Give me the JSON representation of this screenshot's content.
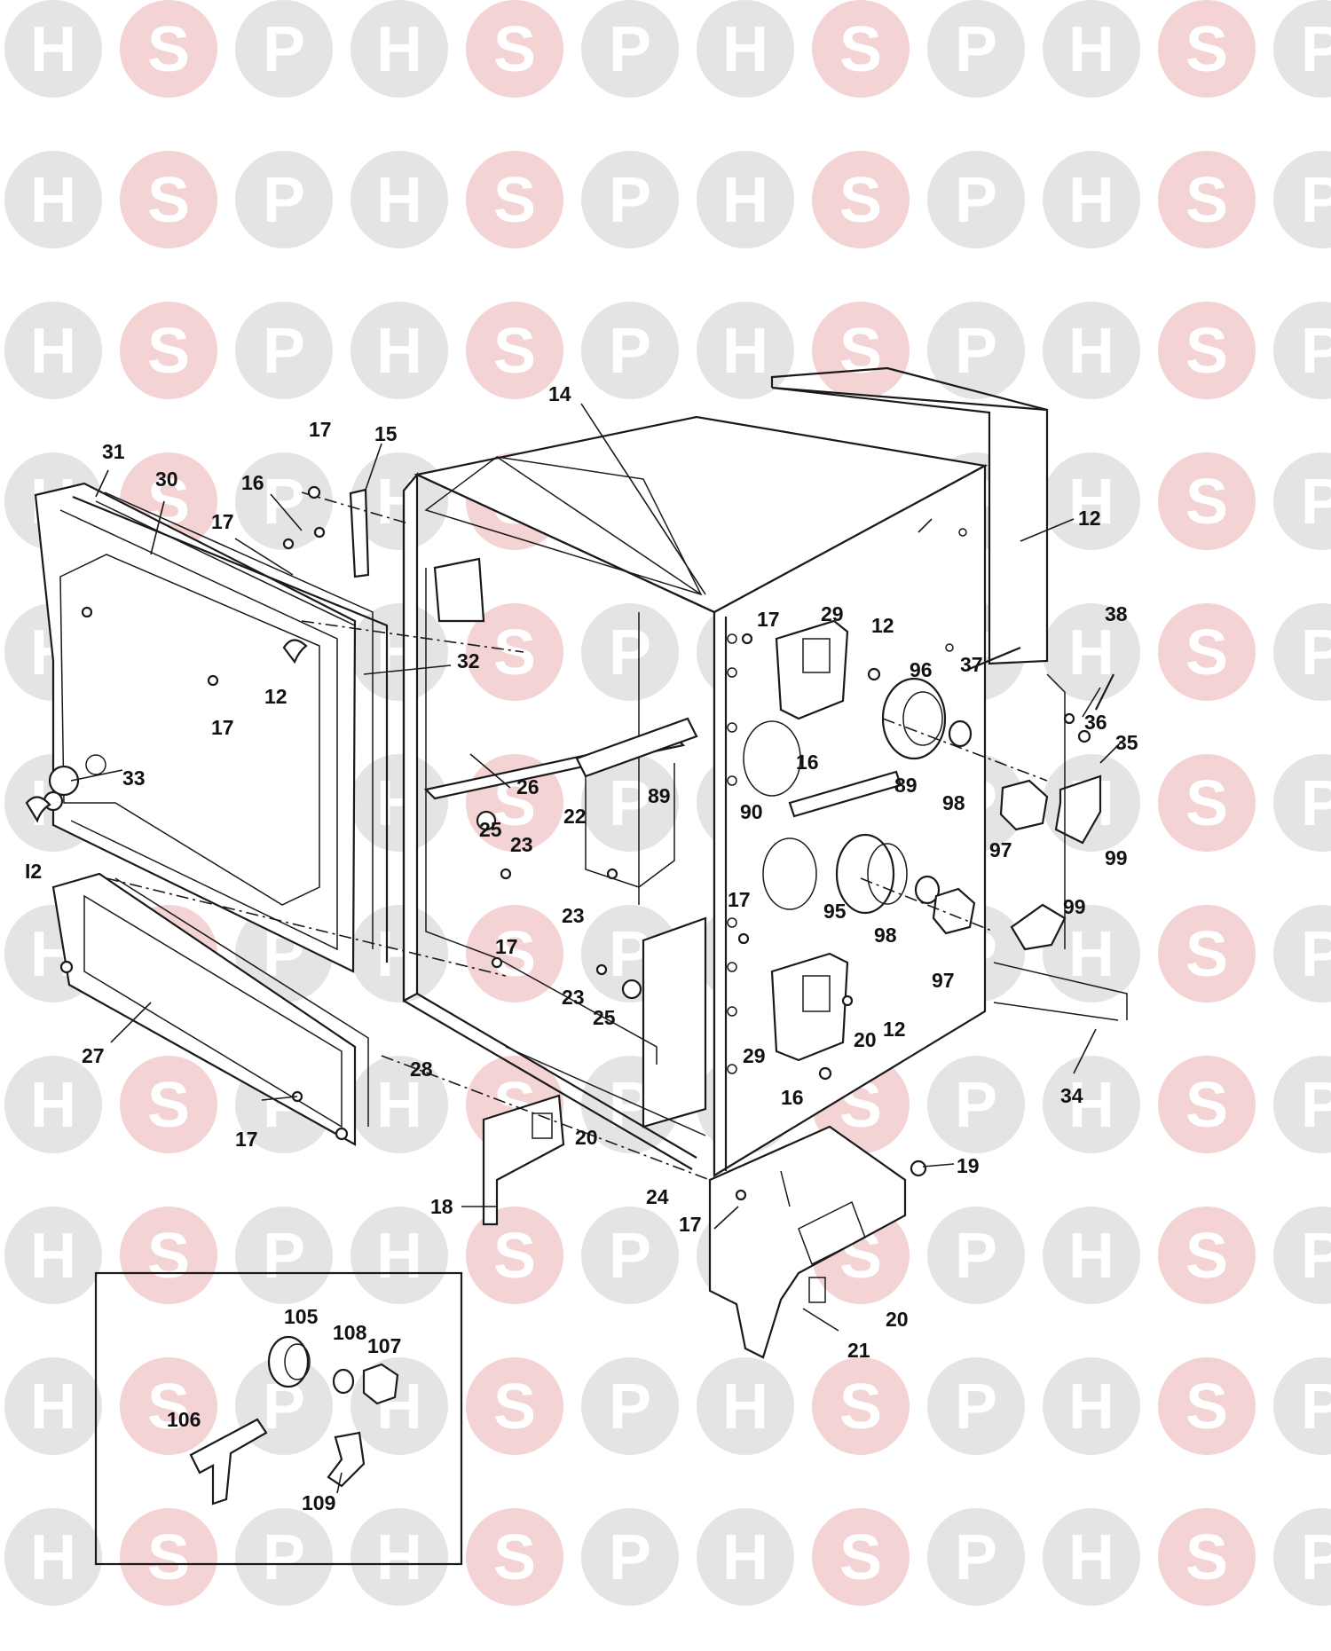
{
  "watermark": {
    "letters": [
      "H",
      "S",
      "P"
    ],
    "colors": {
      "h": "#e4e4e4",
      "s": "#f3d3d3",
      "p": "#e4e4e4"
    }
  },
  "labels": [
    {
      "id": "14",
      "text": "14"
    },
    {
      "id": "12-top-right",
      "text": "12"
    },
    {
      "id": "17-top",
      "text": "17"
    },
    {
      "id": "15",
      "text": "15"
    },
    {
      "id": "31",
      "text": "31"
    },
    {
      "id": "30",
      "text": "30"
    },
    {
      "id": "16-top",
      "text": "16"
    },
    {
      "id": "17-door",
      "text": "17"
    },
    {
      "id": "32",
      "text": "32"
    },
    {
      "id": "12-door",
      "text": "12"
    },
    {
      "id": "17-door-low",
      "text": "17"
    },
    {
      "id": "33",
      "text": "33"
    },
    {
      "id": "12-left",
      "text": "I2"
    },
    {
      "id": "26",
      "text": "26"
    },
    {
      "id": "89-inner",
      "text": "89"
    },
    {
      "id": "22",
      "text": "22"
    },
    {
      "id": "25-upper",
      "text": "25"
    },
    {
      "id": "23-upper",
      "text": "23"
    },
    {
      "id": "23-mid",
      "text": "23"
    },
    {
      "id": "17-mid",
      "text": "17"
    },
    {
      "id": "23-low",
      "text": "23"
    },
    {
      "id": "25-low",
      "text": "25"
    },
    {
      "id": "27",
      "text": "27"
    },
    {
      "id": "28",
      "text": "28"
    },
    {
      "id": "17-bottom-left",
      "text": "17"
    },
    {
      "id": "20-left",
      "text": "20"
    },
    {
      "id": "18",
      "text": "18"
    },
    {
      "id": "24",
      "text": "24"
    },
    {
      "id": "17-bottom",
      "text": "17"
    },
    {
      "id": "17-side",
      "text": "17"
    },
    {
      "id": "29-top",
      "text": "29"
    },
    {
      "id": "12-side",
      "text": "12"
    },
    {
      "id": "96",
      "text": "96"
    },
    {
      "id": "37",
      "text": "37"
    },
    {
      "id": "38",
      "text": "38"
    },
    {
      "id": "36",
      "text": "36"
    },
    {
      "id": "35",
      "text": "35"
    },
    {
      "id": "16-mid",
      "text": "16"
    },
    {
      "id": "89-side",
      "text": "89"
    },
    {
      "id": "90",
      "text": "90"
    },
    {
      "id": "98-upper",
      "text": "98"
    },
    {
      "id": "97-upper",
      "text": "97"
    },
    {
      "id": "99-upper",
      "text": "99"
    },
    {
      "id": "17-side-low",
      "text": "17"
    },
    {
      "id": "95",
      "text": "95"
    },
    {
      "id": "98-lower",
      "text": "98"
    },
    {
      "id": "97-lower",
      "text": "97"
    },
    {
      "id": "99-lower",
      "text": "99"
    },
    {
      "id": "12-low",
      "text": "12"
    },
    {
      "id": "20-mid",
      "text": "20"
    },
    {
      "id": "29-low",
      "text": "29"
    },
    {
      "id": "16-low",
      "text": "16"
    },
    {
      "id": "34",
      "text": "34"
    },
    {
      "id": "19",
      "text": "19"
    },
    {
      "id": "20-base",
      "text": "20"
    },
    {
      "id": "21",
      "text": "21"
    },
    {
      "id": "105",
      "text": "105"
    },
    {
      "id": "108",
      "text": "108"
    },
    {
      "id": "107",
      "text": "107"
    },
    {
      "id": "106",
      "text": "106"
    },
    {
      "id": "109",
      "text": "109"
    }
  ]
}
